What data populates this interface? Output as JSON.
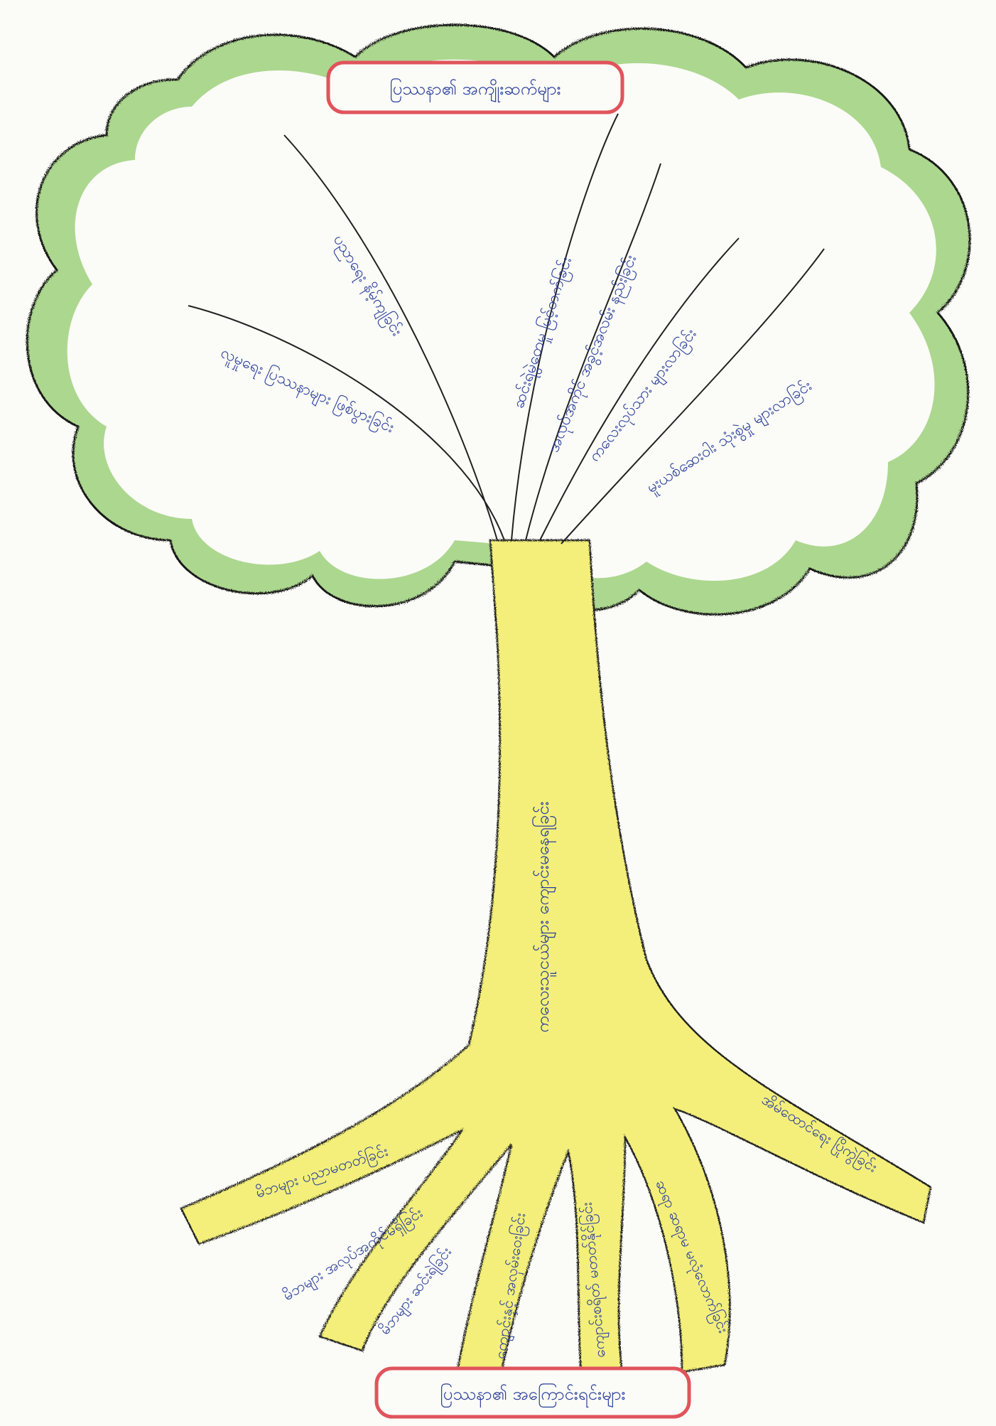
{
  "colors": {
    "canopy_fill": "#a8d68a",
    "canopy_outline": "#111111",
    "trunk_fill": "#f3ef7a",
    "label_border": "#e0545c",
    "ink": "#2a3f9c"
  },
  "top_label": "ပြဿနာ၏ အကျိုးဆက်များ",
  "bottom_label": "ပြဿနာ၏ အကြောင်းရင်းများ",
  "trunk_label": "ကလေးသူငယ်များ ကျောင်းမနေရခြင်း",
  "branch_labels": [
    "ပညာရေး နိမ့်ကျခြင်း",
    "လူမှုရေး ပြဿနာများ ဖြစ်ပွားခြင်း",
    "ဆင်းရဲမွဲတေမှု မြင့်တက်ခြင်း",
    "အလုပ်အကိုင် အခွင့်အလမ်း နည်းခြင်း",
    "ကလေးလုပ်သား များလာခြင်း",
    "မူးယစ်ဆေးဝါး သုံးစွဲမှု များလာခြင်း"
  ],
  "root_labels": [
    "မိဘများ ပညာမတတ်ခြင်း",
    "မိဘများ အလုပ်အကိုင်မရှိခြင်း",
    "မိဘများ ဆင်းရဲခြင်း",
    "ကျောင်းနှင့် အလှမ်းဝေးခြင်း",
    "ကျောင်းစရိတ် မတတ်နိုင်ခြင်း",
    "ဆရာ ဆရာမ မလုံလောက်ခြင်း",
    "အိမ်ထောင်ရေး ပြိုကွဲခြင်း"
  ]
}
